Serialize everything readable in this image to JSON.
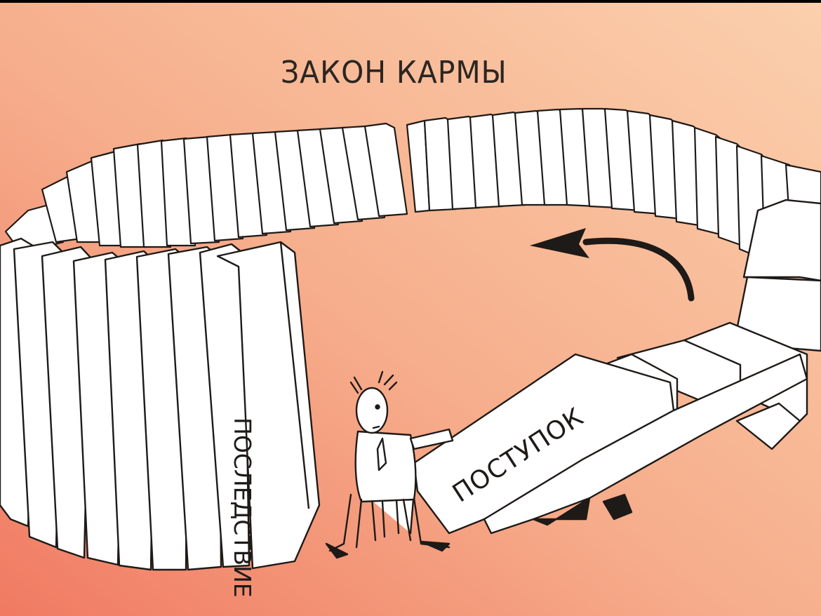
{
  "title": "ЗАКОН КАРМЫ",
  "labels": {
    "consequence": "ПОСЛЕДСТВИЕ",
    "act": "ПОСТУПОК"
  },
  "colors": {
    "background_left": "#f2846a",
    "background_center": "#f7b591",
    "background_right": "#f9c9a6",
    "ink": "#1e1a18",
    "domino_fill": "#ffffff",
    "frame": "#000000"
  },
  "icons": {
    "arrow": "curved-arrow-left-icon",
    "figure": "sitting-man-icon"
  }
}
